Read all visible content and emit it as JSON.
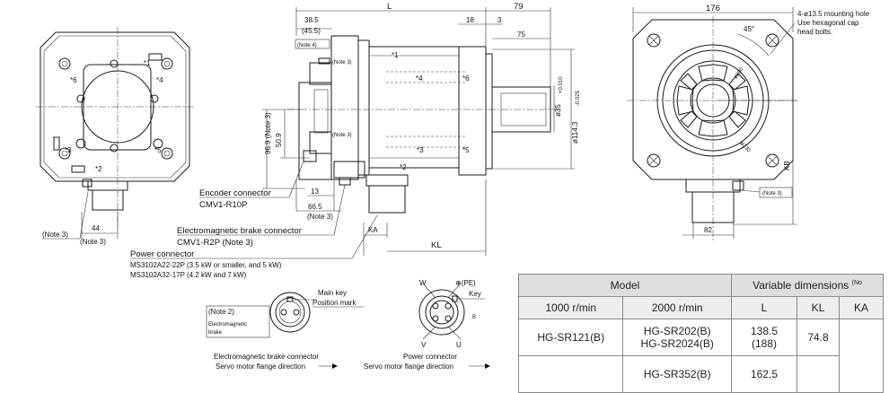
{
  "labels": {
    "note3_a": "*1",
    "note_marks": [
      "*1",
      "*2",
      "*3",
      "*4",
      "*5",
      "*6"
    ],
    "dim_L": "L",
    "dim_79": "79",
    "dim_18": "18",
    "dim_3": "3",
    "dim_75": "75",
    "dim_38_5": "38.5",
    "dim_45_5": "(45.5)",
    "note4": "(Note 4)",
    "note3": "(Note 3)",
    "phi35": "ø35",
    "phi35_tol_top": "+0.010",
    "phi35_tol_bot": "0",
    "phi114": "ø114.3",
    "phi114_tol_top": "0",
    "phi114_tol_bot": "-0.025",
    "dim_50_9": "50.9",
    "dim_96_9": "96.9 (Note 3)",
    "dim_13": "13",
    "dim_66_5": "66.5",
    "dim_KA": "KA",
    "dim_KL": "KL",
    "dim_44": "44",
    "dim_176": "176",
    "dim_82": "82",
    "dim_KB": "KB",
    "angle_45": "45°",
    "dia_200": "ø200",
    "dia_230": "ø230",
    "mounting_note": "4-ø13.5 mounting hole\nUse hexagonal cap\nhead bolts.",
    "encoder_connector": "Encoder connector",
    "encoder_model": "CMV1-R10P",
    "brake_connector": "Electromagnetic brake connector",
    "brake_model": "CMV1-R2P (Note 3)",
    "power_connector": "Power connector",
    "power_model_1": "MS3102A22-22P (3.5 kW or smaller, and 5 kW)",
    "power_model_2": "MS3102A32-17P (4.2 kW and 7 kW)",
    "main_key": "Main key",
    "position_mark": "Position mark",
    "note2": "(Note 2)",
    "electromagnetic": "Electromagnetic",
    "brake": "brake",
    "brake_connector_caption": "Electromagnetic brake connector",
    "power_connector_caption": "Power connector",
    "flange_direction": "Servo motor flange direction",
    "pin_W": "W",
    "pin_PE": "⊕(PE)",
    "key": "Key",
    "pin_V": "V",
    "pin_U": "U",
    "pin_B": "B"
  },
  "table": {
    "header_model": "Model",
    "header_variable": "Variable dimensions",
    "header_variable_note": "(No",
    "col_1000": "1000 r/min",
    "col_2000": "2000 r/min",
    "col_L": "L",
    "col_KL": "KL",
    "col_KA": "KA",
    "row1_1000": "HG-SR121(B)",
    "row1_2000_a": "HG-SR202(B)",
    "row1_2000_b": "HG-SR2024(B)",
    "row1_L_a": "138.5",
    "row1_L_b": "(188)",
    "row1_KL": "74.8",
    "row2_2000": "HG-SR352(B)",
    "row2_L": "162.5"
  }
}
